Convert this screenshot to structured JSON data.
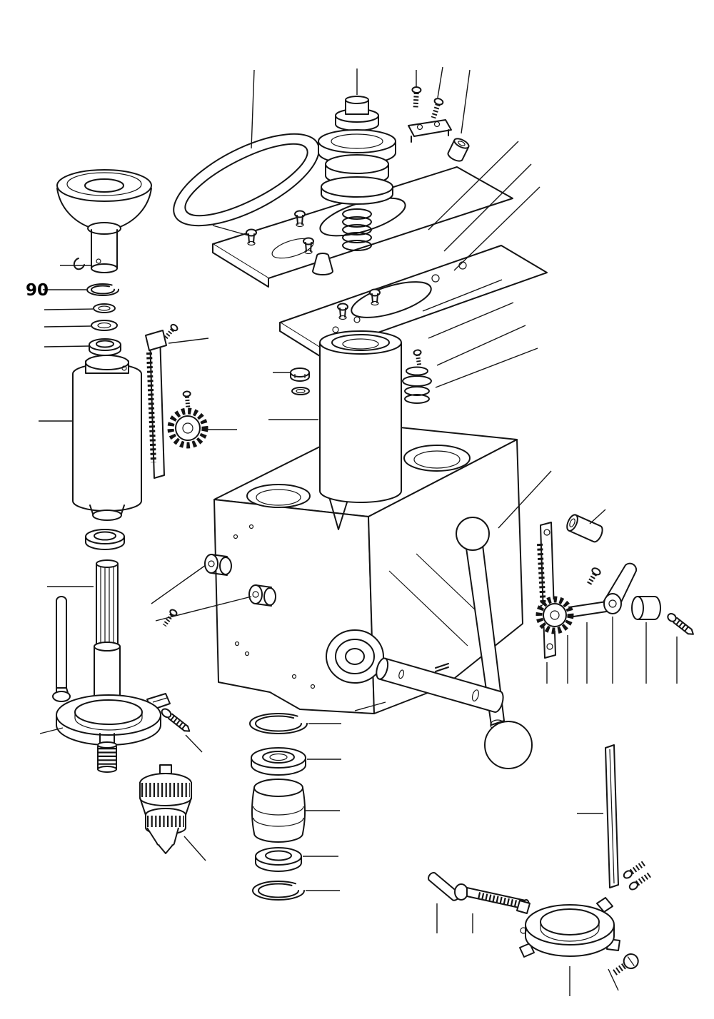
{
  "diagram": {
    "type": "exploded-parts-diagram",
    "subject": "drill-press-head-assembly",
    "callouts": {
      "ninety": "90"
    },
    "colors": {
      "ink": "#141414",
      "paper": "#ffffff"
    },
    "parts": [
      "pulley-cover-bell",
      "small-retaining-clip",
      "retaining-ring-90",
      "washer-stack",
      "upper-bearing",
      "quill-sleeve",
      "lower-left-bearing",
      "spindle-shaft",
      "spindle-thread-end",
      "clamp-handle-rod",
      "table-clamp-collar",
      "clamp-screw",
      "drill-chuck",
      "drive-belt",
      "pulley-cap",
      "cone-pulley",
      "quill-return-spring",
      "rubber-bumper",
      "top-fasteners",
      "belt-guard-plate",
      "head-top-plate",
      "spring-cap-stack",
      "lock-nut-washer",
      "head-casting",
      "quill-housing-tube",
      "feed-handle",
      "roll-pin",
      "rack-right",
      "pinion-shaft",
      "cam-lever",
      "adjust-knob",
      "screw-right",
      "set-screw-small",
      "drift-shaft",
      "small-pin",
      "snap-ring-upper",
      "lower-bearing-1",
      "rubber-sleeve",
      "lower-bearing-2",
      "snap-ring-lower",
      "rack-left",
      "pinion-gear-left",
      "gib-bar",
      "screws-pair-right",
      "t-handle-bolt",
      "column-clamp-ring",
      "clamp-ring-screw",
      "boss-screw",
      "leader-lines",
      "callout-90"
    ]
  }
}
